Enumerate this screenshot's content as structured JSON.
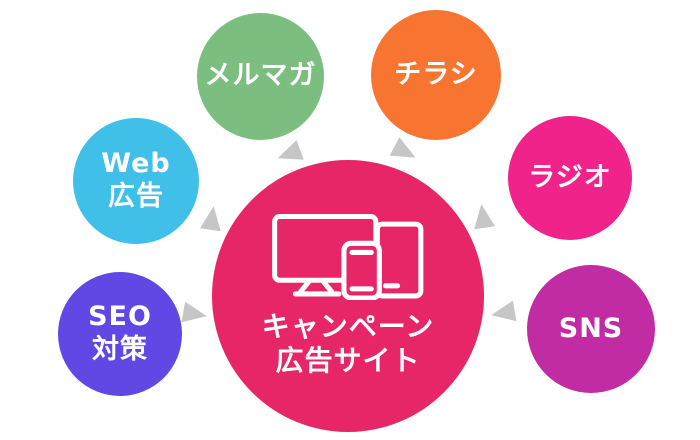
{
  "diagram": {
    "background": "#ffffff",
    "arrow_color": "#C6C6C6",
    "center": {
      "id": "campaign-ad-site",
      "label_lines": [
        "キャンペーン",
        "広告サイト"
      ],
      "color": "#E62667",
      "icon": "devices-icon"
    },
    "satellites": [
      {
        "id": "melmaga",
        "label_lines": [
          "メルマガ"
        ],
        "color": "#7CBE80"
      },
      {
        "id": "chirashi",
        "label_lines": [
          "チラシ"
        ],
        "color": "#F87431"
      },
      {
        "id": "web-ad",
        "label_lines": [
          "Web",
          "広告"
        ],
        "color": "#40BFE9"
      },
      {
        "id": "radio",
        "label_lines": [
          "ラジオ"
        ],
        "color": "#F0238B"
      },
      {
        "id": "seo",
        "label_lines": [
          "SEO",
          "対策"
        ],
        "color": "#6147E3"
      },
      {
        "id": "sns",
        "label_lines": [
          "SNS"
        ],
        "color": "#C12BA4"
      }
    ]
  }
}
